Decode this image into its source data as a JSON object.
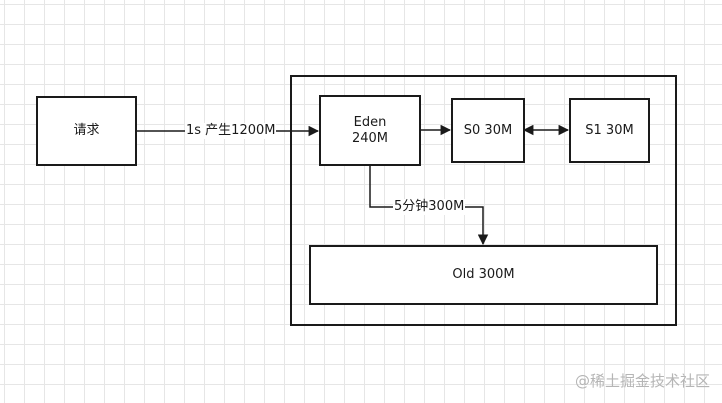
{
  "nodes": {
    "request": "请求",
    "eden_name": "Eden",
    "eden_size": "240M",
    "s0": "S0 30M",
    "s1": "S1 30M",
    "old": "Old 300M"
  },
  "edges": {
    "request_to_eden": "1s 产生1200M",
    "eden_to_old": "5分钟300M"
  },
  "watermark": "@稀土掘金技术社区",
  "colors": {
    "stroke": "#1a1a1a",
    "grid": "#e6e6e6",
    "watermark": "#b5b5b5"
  }
}
